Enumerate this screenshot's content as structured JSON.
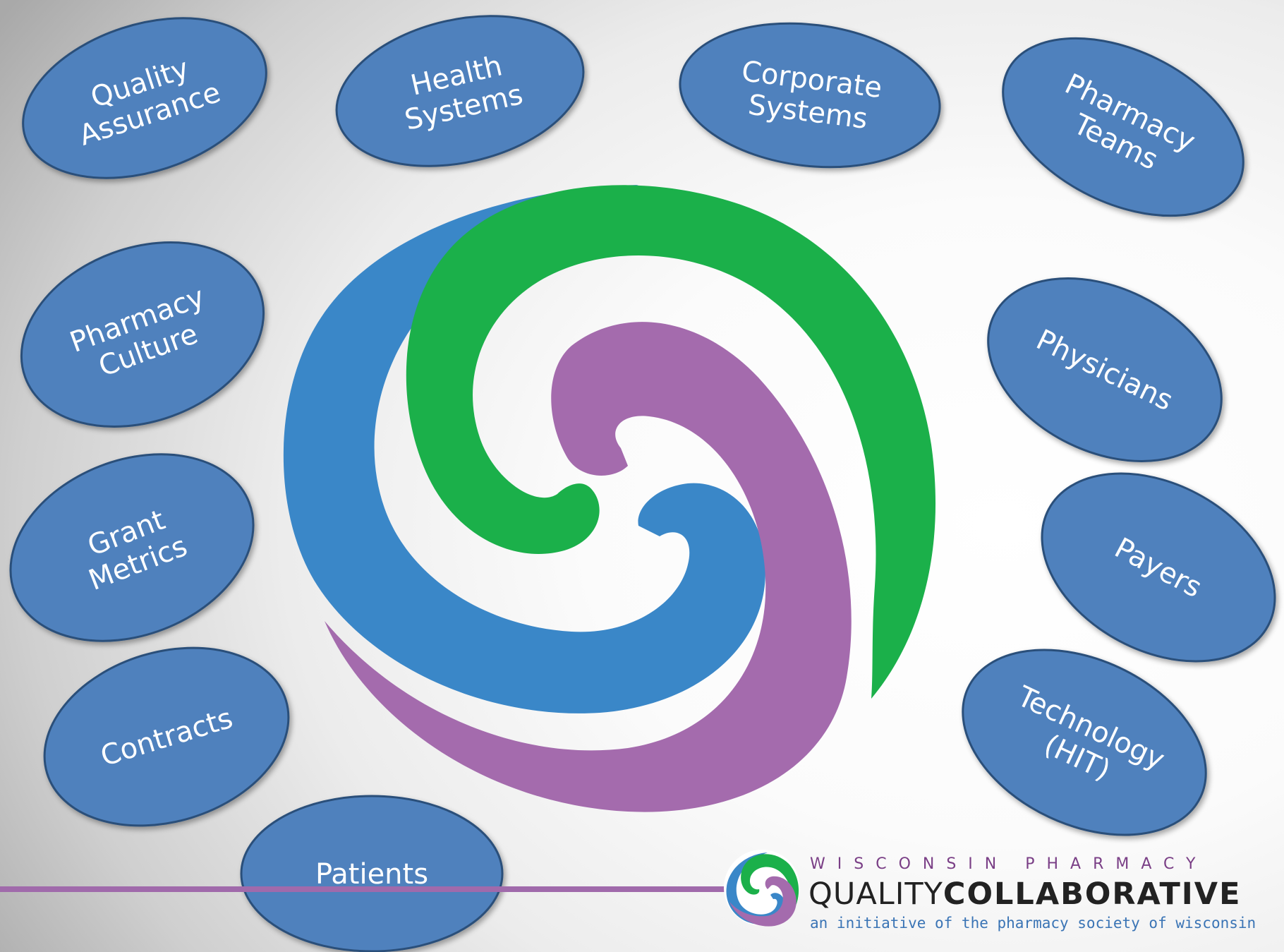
{
  "bubbles": [
    {
      "id": "quality-assurance",
      "lines": [
        "Quality",
        "Assurance"
      ]
    },
    {
      "id": "health-systems",
      "lines": [
        "Health",
        "Systems"
      ]
    },
    {
      "id": "corporate-systems",
      "lines": [
        "Corporate",
        "Systems"
      ]
    },
    {
      "id": "pharmacy-teams",
      "lines": [
        "Pharmacy",
        "Teams"
      ]
    },
    {
      "id": "pharmacy-culture",
      "lines": [
        "Pharmacy",
        "Culture"
      ]
    },
    {
      "id": "physicians",
      "lines": [
        "Physicians"
      ]
    },
    {
      "id": "grant-metrics",
      "lines": [
        "Grant",
        "Metrics"
      ]
    },
    {
      "id": "payers",
      "lines": [
        "Payers"
      ]
    },
    {
      "id": "contracts",
      "lines": [
        "Contracts"
      ]
    },
    {
      "id": "technology-hit",
      "lines": [
        "Technology",
        "(HIT)"
      ]
    },
    {
      "id": "patients",
      "lines": [
        "Patients"
      ]
    }
  ],
  "logo": {
    "line1": "WISCONSIN PHARMACY",
    "line2_regular": "QUALITY",
    "line2_bold": "COLLABORATIVE",
    "line3": "an initiative of the pharmacy society of wisconsin"
  },
  "colors": {
    "bubble_fill": "#4f81bd",
    "bubble_stroke": "#2c4f7a",
    "swirl_blue": "#3a87c8",
    "swirl_green": "#1bb04a",
    "swirl_purple": "#a46bad",
    "footer_line": "#a06aab"
  }
}
